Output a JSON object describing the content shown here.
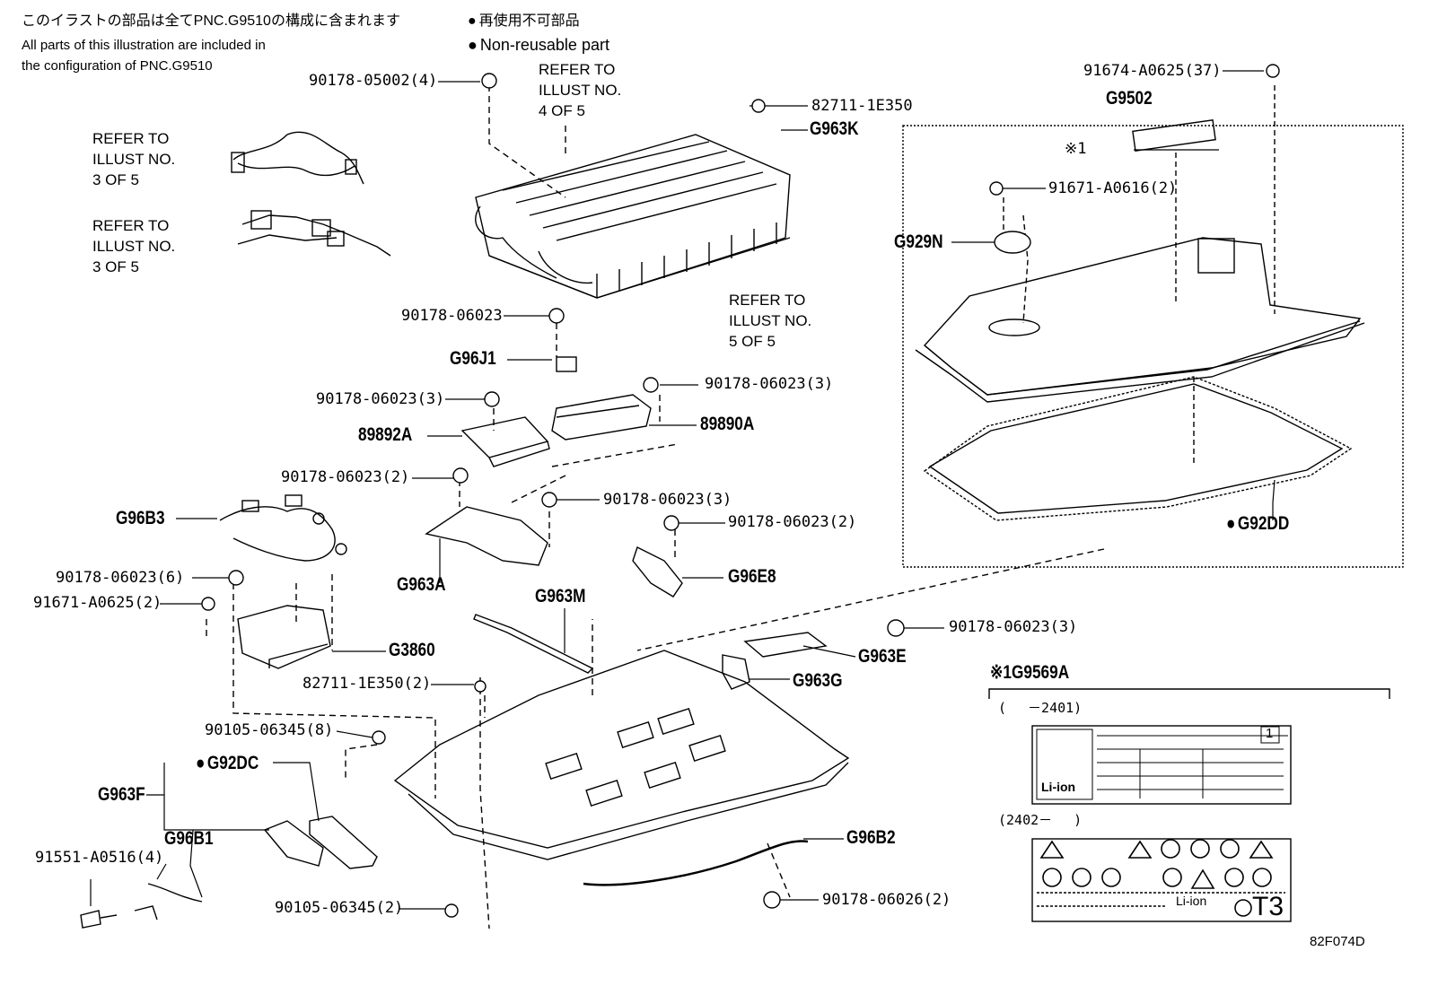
{
  "header": {
    "note_jp": "このイラストの部品は全てPNC.G9510の構成に含まれます",
    "note_en_1": "All parts of this illustration are included in",
    "note_en_2": "the configuration of PNC.G9510",
    "legend_jp": "再使用不可部品",
    "legend_en": "Non-reusable part"
  },
  "refs": {
    "r4": "REFER TO\nILLUST NO.\n4 OF 5",
    "r3a": "REFER TO\nILLUST NO.\n3 OF 5",
    "r3b": "REFER TO\nILLUST NO.\n3 OF 5",
    "r5": "REFER TO\nILLUST NO.\n5 OF 5"
  },
  "parts": {
    "p_9017805002": "90178-05002(4)",
    "p_827111e350": "82711-1E350",
    "p_g963k": "G963K",
    "p_91674a0625": "91674-A0625(37)",
    "p_g9502": "G9502",
    "p_x1": "※1",
    "p_91671a0616": "91671-A0616(2)",
    "p_g929n": "G929N",
    "p_9017806023a": "90178-06023",
    "p_g96j1": "G96J1",
    "p_9017806023b": "90178-06023(3)",
    "p_9017806023c": "90178-06023(3)",
    "p_89892a": "89892A",
    "p_89890a": "89890A",
    "p_9017806023d": "90178-06023(2)",
    "p_9017806023e": "90178-06023(3)",
    "p_9017806023f": "90178-06023(2)",
    "p_g92dd": "G92DD",
    "p_g96b3": "G96B3",
    "p_g963a": "G963A",
    "p_g96e8": "G96E8",
    "p_9017806023g": "90178-06023(6)",
    "p_91671a0625": "91671-A0625(2)",
    "p_g963m": "G963M",
    "p_g3860": "G3860",
    "p_9017806023h": "90178-06023(3)",
    "p_g963e": "G963E",
    "p_827111e350b": "82711-1E350(2)",
    "p_g963g": "G963G",
    "p_x1g9569a": "※1G9569A",
    "p_9010506345a": "90105-06345(8)",
    "p_g92dc": "G92DC",
    "p_g963f": "G963F",
    "p_g96b1": "G96B1",
    "p_91551a0516": "91551-A0516(4)",
    "p_9010506345b": "90105-06345(2)",
    "p_g96b2": "G96B2",
    "p_9017806026": "90178-06026(2)"
  },
  "labels": {
    "range1": "(　 －2401)",
    "range2": "(2402－　 )",
    "li_ion": "Li-ion",
    "li_ion2": "Li-ion",
    "t3": "T3",
    "one": "1",
    "figure_id": "82F074D"
  }
}
